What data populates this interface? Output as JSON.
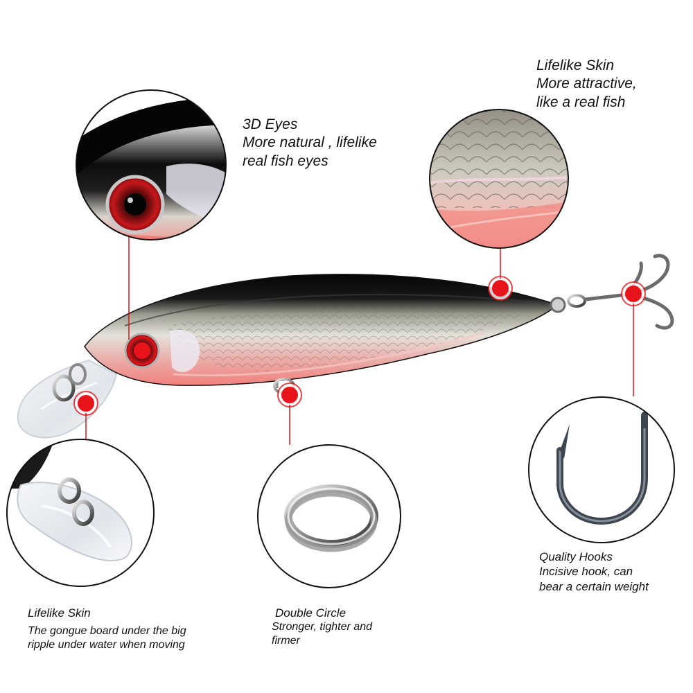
{
  "callouts": {
    "eyes": {
      "title": "3D Eyes",
      "line1": "More natural , lifelike",
      "line2": "real fish eyes"
    },
    "skin_top": {
      "title": "Lifelike Skin",
      "line1": "More attractive,",
      "line2": "like a real fish"
    },
    "lip": {
      "title": "Lifelike Skin",
      "line1": "The gongue board under the big",
      "line2": "ripple under water when moving"
    },
    "ring": {
      "title": "Double Circle",
      "line1": "Stronger,  tighter and",
      "line2": "firmer"
    },
    "hook": {
      "title": "Quality Hooks",
      "line1": "Incisive hook,  can",
      "line2": "bear a certain weight"
    }
  },
  "colors": {
    "marker": "#e8141b",
    "leader": "#d8141b",
    "lure_back": "#0b0b0b",
    "lure_belly": "#f08a86",
    "lure_body": "#d9d5cc"
  }
}
